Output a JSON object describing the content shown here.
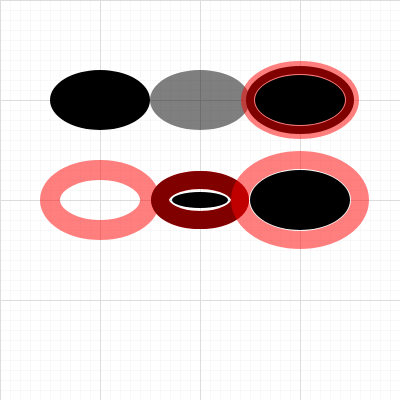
{
  "canvas": {
    "background": "#ffffff",
    "grid_minor_color": "#f0f0f0",
    "grid_major_color": "#dddddd"
  },
  "shapes": [
    {
      "name": "solid-black-ellipse",
      "kind": "solid",
      "fill": "#000000"
    },
    {
      "name": "semi-transparent-black-ellipse",
      "kind": "solid",
      "fill": "#000000",
      "fill_opacity": 0.5
    },
    {
      "name": "black-ellipse-with-dark-red-and-pink-rings",
      "kind": "double-ring",
      "fill": "#000000",
      "inner_ring": "#800000",
      "outer_ring": "#ff0000",
      "outer_ring_opacity": 0.5
    },
    {
      "name": "pink-ring-hollow-ellipse",
      "kind": "ring-only",
      "fill": "none",
      "ring": "#ff0000",
      "ring_opacity": 0.5
    },
    {
      "name": "dark-red-ring-ellipse",
      "kind": "double-ring",
      "fill": "#000000",
      "inner_ring": "#800000",
      "outer_ring": "#ff0000",
      "outer_ring_opacity": 0.9
    },
    {
      "name": "black-ellipse-with-pink-ring",
      "kind": "single-ring",
      "fill": "#000000",
      "ring": "#ff0000",
      "ring_opacity": 0.5
    }
  ]
}
